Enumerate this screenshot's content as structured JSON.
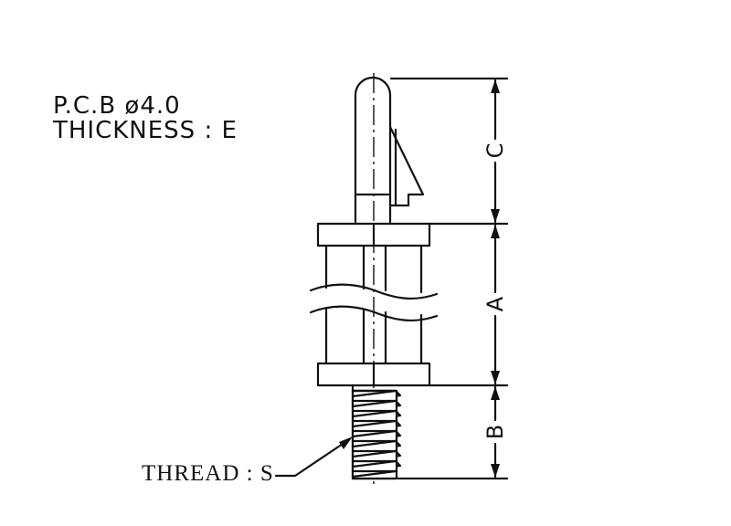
{
  "notes": {
    "pcb_line": "P.C.B ø4.0",
    "thickness_line": "THICKNESS : E"
  },
  "thread": {
    "label": "THREAD : S"
  },
  "dimensions": {
    "c": "C",
    "a": "A",
    "b": "B"
  },
  "colors": {
    "line": "#111111",
    "background": "#ffffff"
  }
}
